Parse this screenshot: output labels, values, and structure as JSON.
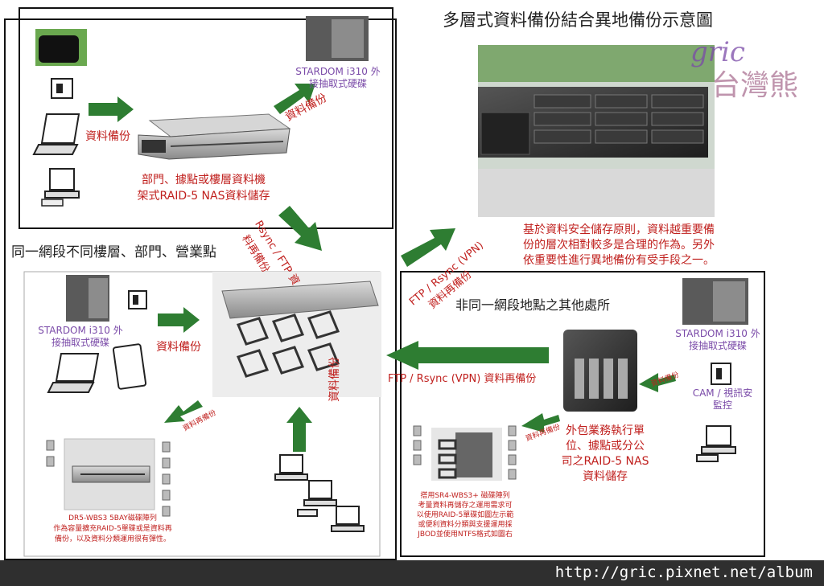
{
  "title": "多層式資料備份結合異地備份示意圖",
  "watermark": {
    "text": "gric",
    "sub": "台灣熊"
  },
  "labels": {
    "backup_top": "資料備份",
    "backup_top_right": "資料備份",
    "nas_top_line1": "部門、據點或樓層資料機",
    "nas_top_line2": "架式RAID-5 NAS資料儲存",
    "stardom_top_line1": "STARDOM i310 外",
    "stardom_top_line2": "接抽取式硬碟",
    "rsync_ftp_line1": "Rsync / FTP 資",
    "rsync_ftp_line2": "料再備份",
    "same_segment": "同一網段不同樓層、部門、營業點",
    "stardom_left_line1": "STARDOM i310 外",
    "stardom_left_line2": "接抽取式硬碟",
    "backup_mid": "資料備份",
    "backup_small_left": "資料再備份",
    "backup_vertical": "資料備份",
    "dr5_line1": "DR5-WBS3 5BAY磁碟陣列",
    "dr5_line2": "作為容量擴充RAID-5單碟或是資料再",
    "dr5_line3": "備份，以及資料分類運用很有彈性。",
    "ftp_vpn_diag_line1": "FTP / Rsync (VPN)",
    "ftp_vpn_diag_line2": "資料再備份",
    "principle_line1": "基於資料安全儲存原則，資料越重要備",
    "principle_line2": "份的層次相對較多是合理的作為。另外",
    "principle_line3": "依重要性進行異地備份有受手段之一。",
    "other_location": "非同一網段地點之其他處所",
    "stardom_right_line1": "STARDOM i310 外",
    "stardom_right_line2": "接抽取式硬碟",
    "backup_small_right": "資料備份",
    "cam_line1": "CAM / 視訊安",
    "cam_line2": "監控",
    "ftp_vpn_horiz": "FTP / Rsync (VPN) 資料再備份",
    "backup_small_right2": "資料再備份",
    "outsource_line1": "外包業務執行單",
    "outsource_line2": "位、據點或分公",
    "outsource_line3": "司之RAID-5 NAS",
    "outsource_line4": "資料儲存",
    "sr4_line1": "搭用SR4-WBS3+ 磁碟陣列",
    "sr4_line2": "考量資料再儲存之運用需求可",
    "sr4_line3": "以使用RAID-5單碟如圖左示範",
    "sr4_line4": "或便利資料分類與支援運用採",
    "sr4_line5": "JBOD並使用NTFS格式如圖右"
  },
  "footer": "http://gric.pixnet.net/album",
  "colors": {
    "arrow": "#2e7d32",
    "red_text": "#c0201e",
    "purple_text": "#7a4aa8"
  },
  "icons": [
    "camcorder-icon",
    "laptop-icon",
    "desktop-pc-icon",
    "tablet-icon",
    "server-rack-icon",
    "nas-device-icon",
    "hard-drive-icon"
  ]
}
